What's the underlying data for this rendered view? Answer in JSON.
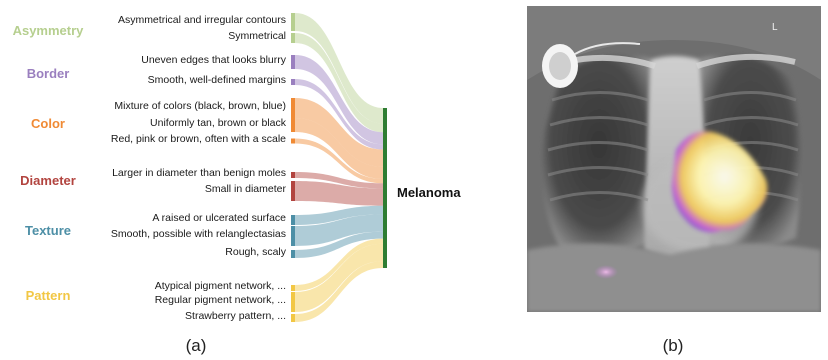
{
  "panel_a": {
    "caption": "(a)",
    "target": "Melanoma",
    "target_color": "#2e7d32",
    "categories": [
      {
        "name": "Asymmetry",
        "color": "#b6cf8f",
        "attributes": [
          "Asymmetrical and irregular contours",
          "Symmetrical"
        ]
      },
      {
        "name": "Border",
        "color": "#9a7fbf",
        "attributes": [
          "Uneven edges that looks blurry",
          "Smooth, well-defined margins"
        ]
      },
      {
        "name": "Color",
        "color": "#f08a34",
        "attributes": [
          "Mixture of colors (black, brown, blue)",
          "Uniformly tan, brown or black",
          "Red, pink or brown, often with a scale"
        ]
      },
      {
        "name": "Diameter",
        "color": "#b2443f",
        "attributes": [
          "Larger in diameter than benign moles",
          "Small in diameter"
        ]
      },
      {
        "name": "Texture",
        "color": "#4d8fa6",
        "attributes": [
          "A raised or ulcerated surface",
          "Smooth, possible with relanglectasias",
          "Rough, scaly"
        ]
      },
      {
        "name": "Pattern",
        "color": "#f2c744",
        "attributes": [
          "Atypical pigment network, ...",
          "Regular pigment network, ...",
          "Strawberry pattern, ..."
        ]
      }
    ]
  },
  "panel_b": {
    "caption": "(b)",
    "marker": "L"
  }
}
